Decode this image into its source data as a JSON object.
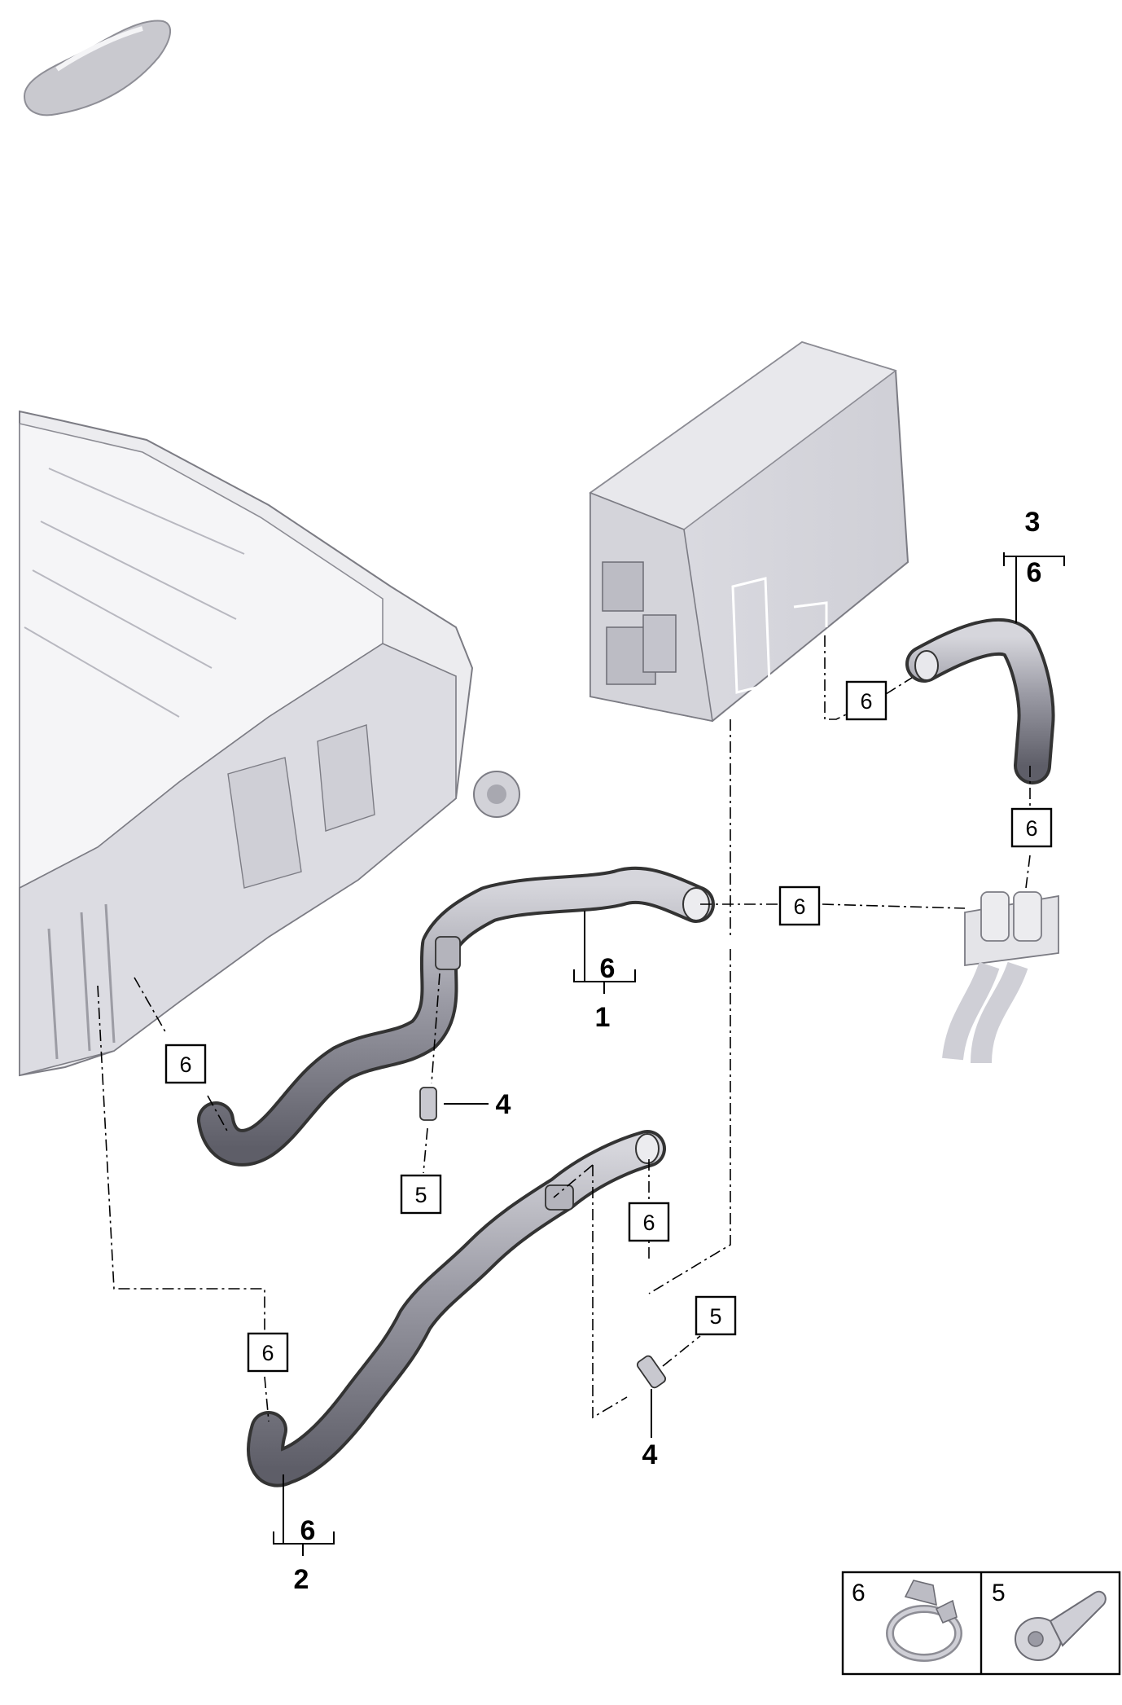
{
  "callouts": {
    "part1": {
      "number": "1",
      "qty": "6"
    },
    "part2": {
      "number": "2",
      "qty": "6"
    },
    "part3": {
      "number": "3",
      "qty": "6"
    },
    "part4_upper": "4",
    "part4_lower": "4"
  },
  "boxes": {
    "clamp": "6",
    "screw": "5"
  },
  "legend": {
    "clamp_number": "6",
    "screw_number": "5"
  },
  "colors": {
    "part_fill": "#e2e2e6",
    "part_shadow": "#c4c4cc",
    "hose_dark": "#6e6e78",
    "hose_mid": "#9a9aa4",
    "hose_light": "#d8d8de"
  }
}
